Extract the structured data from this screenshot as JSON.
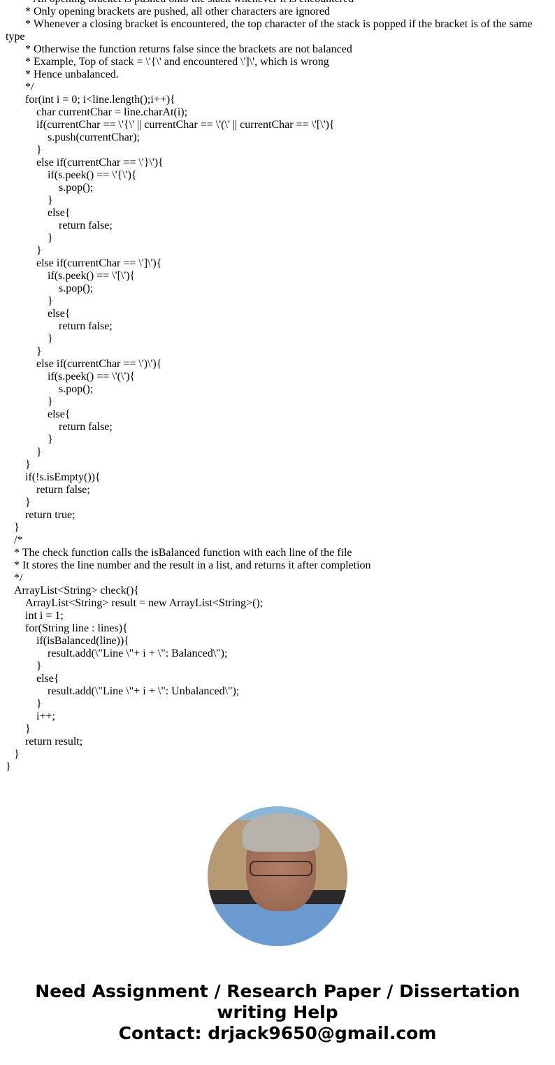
{
  "code_lines": [
    "       * An opening bracket is pushed onto the stack whenever it is encountered",
    "       * Only opening brackets are pushed, all other characters are ignored",
    "       * Whenever a closing bracket is encountered, the top character of the stack is popped if the bracket is of the same type",
    "       * Otherwise the function returns false since the brackets are not balanced",
    "       * Example, Top of stack = \\'{\\' and encountered \\']\\', which is wrong",
    "       * Hence unbalanced.",
    "       */",
    "       for(int i = 0; i<line.length();i++){",
    "           char currentChar = line.charAt(i);",
    "           if(currentChar == \\'{\\' || currentChar == \\'(\\' || currentChar == \\'[\\'){",
    "               s.push(currentChar);",
    "           }",
    "           else if(currentChar == \\'}\\'){",
    "               if(s.peek() == \\'{\\'){",
    "                   s.pop();",
    "               }",
    "               else{",
    "                   return false;",
    "               }",
    "           }",
    "           else if(currentChar == \\']\\'){",
    "               if(s.peek() == \\'[\\'){",
    "                   s.pop();",
    "               }",
    "               else{",
    "                   return false;",
    "               }",
    "           }",
    "           else if(currentChar == \\')\\'){",
    "               if(s.peek() == \\'(\\'){",
    "                   s.pop();",
    "               }",
    "               else{",
    "                   return false;",
    "               }",
    "           }",
    "       }",
    "       if(!s.isEmpty()){",
    "           return false;",
    "       }",
    "       return true;",
    "   }",
    "   /*",
    "   * The check function calls the isBalanced function with each line of the file",
    "   * It stores the line number and the result in a list, and returns it after completion",
    "   */",
    "   ArrayList<String> check(){",
    "       ArrayList<String> result = new ArrayList<String>();",
    "       int i = 1;",
    "       for(String line : lines){",
    "           if(isBalanced(line)){",
    "               result.add(\\\"Line \\\"+ i + \\\": Balanced\\\");",
    "           }",
    "           else{",
    "               result.add(\\\"Line \\\"+ i + \\\": Unbalanced\\\");",
    "           }",
    "           i++;",
    "       }",
    "       return result;",
    "   }",
    "}"
  ],
  "footer": {
    "line1": "Need Assignment / Research Paper / Dissertation",
    "line2": "writing Help",
    "line3": "Contact: drjack9650@gmail.com"
  }
}
